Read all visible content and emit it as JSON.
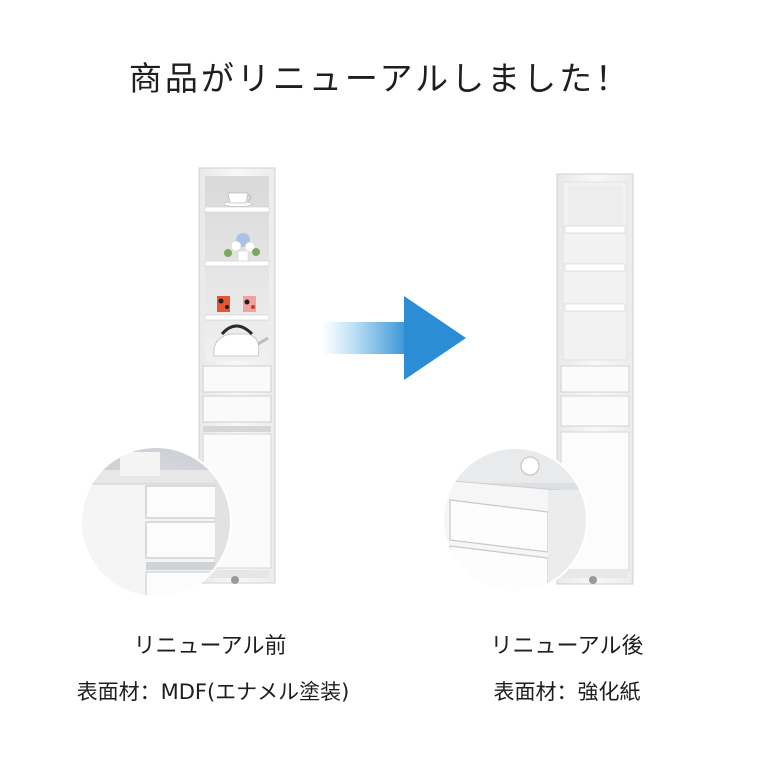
{
  "headline": "商品がリニューアルしました！",
  "before": {
    "title": "リニューアル前",
    "material": "表面材：MDF(エナメル塗装)",
    "image_alt": "before-renewal-cabinet-photo"
  },
  "after": {
    "title": "リニューアル後",
    "material": "表面材：強化紙",
    "image_alt": "after-renewal-cabinet-photo"
  },
  "arrow_icon": "arrow-right-icon",
  "colors": {
    "arrow_start": "#ffffff",
    "arrow_end": "#2d8fd4",
    "cabinet": "#f4f4f4",
    "text": "#1e1e1e"
  }
}
